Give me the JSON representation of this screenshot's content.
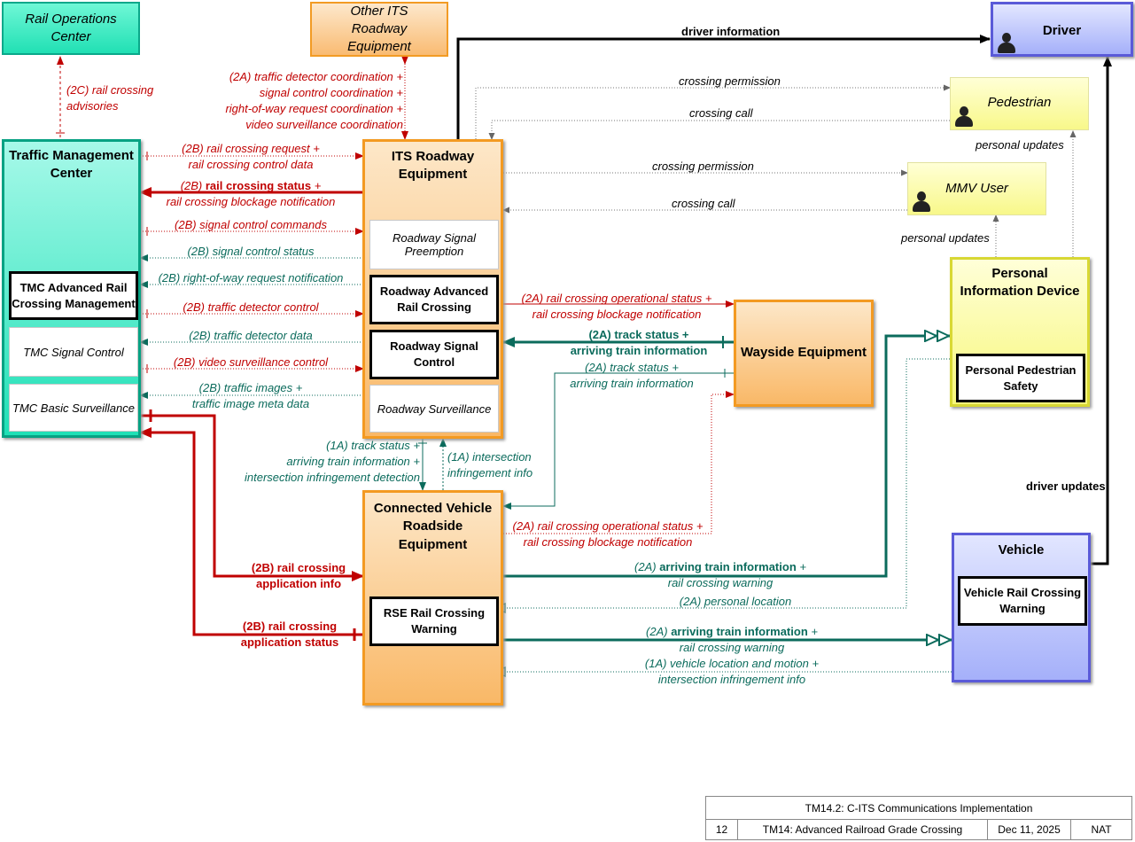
{
  "nodes": {
    "rail_ops": "Rail Operations Center",
    "other_its": "Other ITS Roadway Equipment",
    "driver": "Driver",
    "pedestrian": "Pedestrian",
    "mmv_user": "MMV User",
    "tmc": "Traffic Management Center",
    "tmc_adv_rail": "TMC Advanced Rail Crossing Management",
    "tmc_signal": "TMC Signal Control",
    "tmc_surv": "TMC Basic Surveillance",
    "its_roadway": "ITS Roadway Equipment",
    "rw_signal_preempt": "Roadway Signal Preemption",
    "rw_adv_rail": "Roadway Advanced Rail Crossing",
    "rw_signal_ctrl": "Roadway Signal Control",
    "rw_surv": "Roadway Surveillance",
    "wayside": "Wayside Equipment",
    "pid": "Personal Information Device",
    "pps": "Personal Pedestrian Safety",
    "cvrse": "Connected Vehicle Roadside Equipment",
    "rse_rail": "RSE Rail Crossing Warning",
    "vehicle": "Vehicle",
    "veh_rail": "Vehicle Rail Crossing Warning"
  },
  "flows": {
    "driver_info": "driver information",
    "crossing_perm_ped": "crossing permission",
    "crossing_call_ped": "crossing call",
    "personal_updates_ped": "personal updates",
    "crossing_perm_mmv": "crossing permission",
    "crossing_call_mmv": "crossing call",
    "personal_updates_mmv": "personal updates",
    "driver_updates": "driver updates",
    "rail_advisories_1": "(2C) rail crossing",
    "rail_advisories_2": "advisories",
    "other_its_1": "(2A) traffic detector coordination +",
    "other_its_2": "signal control coordination +",
    "other_its_3": "right-of-way request coordination +",
    "other_its_4": "video surveillance coordination",
    "req_1": "(2B) rail crossing request +",
    "req_2": "rail crossing control data",
    "status_1_pre": "(2B) ",
    "status_1_bold": "rail crossing status",
    "status_1_post": " +",
    "status_2": "rail crossing blockage notification",
    "sig_cmd": "(2B) signal control commands",
    "sig_status": "(2B) signal control status",
    "row_notif": "(2B) right-of-way request notification",
    "det_ctrl": "(2B) traffic detector control",
    "det_data": "(2B) traffic detector data",
    "video_ctrl": "(2B) video surveillance control",
    "images_1": "(2B) traffic images +",
    "images_2": "traffic image meta data",
    "adv_op_1": "(2A) rail crossing operational status +",
    "adv_op_2": "rail crossing blockage notification",
    "track_bold_1": "(2A) track status +",
    "track_bold_2": "arriving train information",
    "track_thin_1": "(2A) track status +",
    "track_thin_2": "arriving train information",
    "one_a_1": "(1A) track status +",
    "one_a_2": "arriving train information +",
    "one_a_3": "intersection infringement detection",
    "infr_1": "(1A) intersection",
    "infr_2": "infringement info",
    "cv_op_1": "(2A) rail crossing operational status +",
    "cv_op_2": "rail crossing blockage notification",
    "app_info_1": "(2B) rail crossing",
    "app_info_2": "application info",
    "app_status_1": "(2B) rail crossing",
    "app_status_2": "application status",
    "pid_arr_pre": "(2A) ",
    "pid_arr_bold": "arriving train information",
    "pid_arr_post": " +",
    "pid_arr_2": "rail crossing warning",
    "personal_loc": "(2A) personal location",
    "veh_arr_pre": "(2A) ",
    "veh_arr_bold": "arriving train information",
    "veh_arr_post": " +",
    "veh_arr_2": "rail crossing warning",
    "veh_loc_1": "(1A) vehicle location and motion +",
    "veh_loc_2": "intersection infringement info"
  },
  "footer": {
    "title": "TM14.2: C-ITS Communications Implementation",
    "page": "12",
    "name": "TM14: Advanced Railroad Grade Crossing",
    "date": "Dec 11, 2025",
    "code": "NAT"
  },
  "colors": {
    "red": "#c00000",
    "teal": "#0b6b5c",
    "black": "#000000",
    "grey": "#808080"
  }
}
